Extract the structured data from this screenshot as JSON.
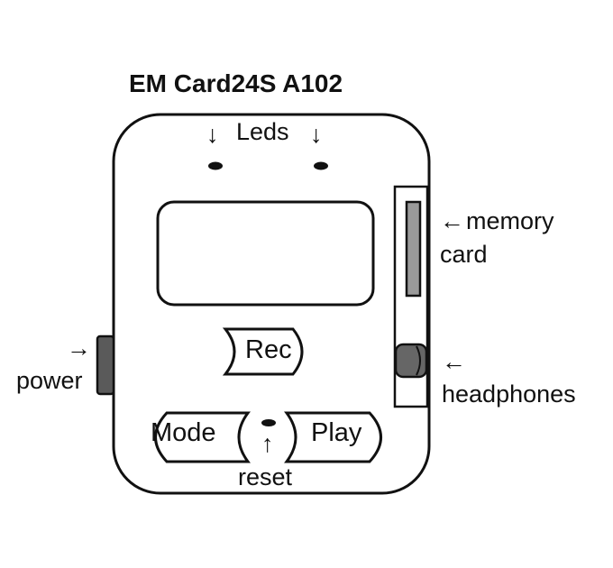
{
  "title": "EM Card24S A102",
  "labels": {
    "leds": "Leds",
    "memory_card_line1": "memory",
    "memory_card_line2": "card",
    "power": "power",
    "headphones": "headphones",
    "reset": "reset"
  },
  "buttons": {
    "rec": "Rec",
    "mode": "Mode",
    "play": "Play"
  },
  "arrows": {
    "down": "↓",
    "up": "↑",
    "right": "→",
    "left": "←"
  },
  "colors": {
    "outline": "#111111",
    "card_slot_fill": "#9a9a9a",
    "side_button_fill": "#5a5a5a",
    "headphone_jack_fill": "#666666"
  }
}
